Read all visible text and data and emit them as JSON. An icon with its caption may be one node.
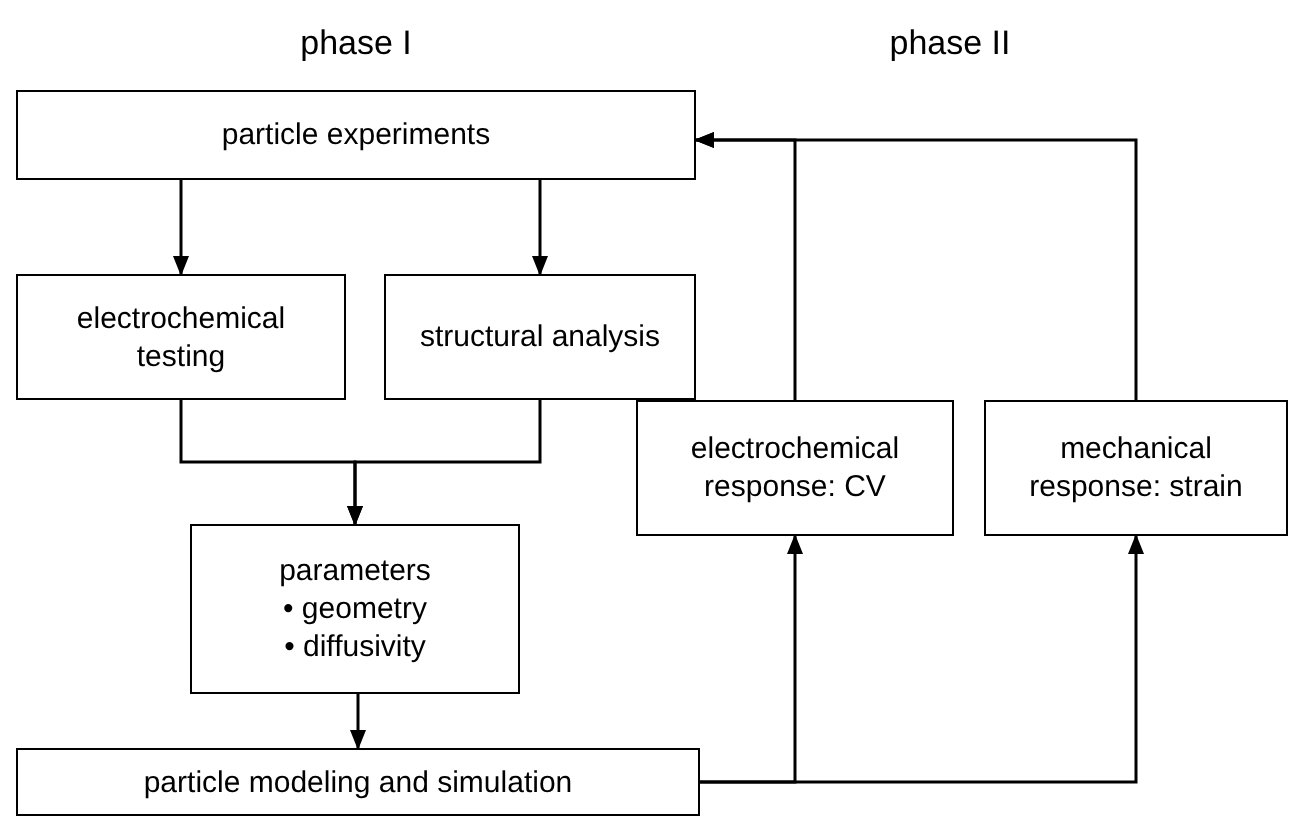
{
  "diagram": {
    "nodes": [
      {
        "text": [
          "particle experiments"
        ]
      },
      {
        "text": [
          "electrochemical testing"
        ]
      },
      {
        "text": [
          "structural analysis"
        ]
      },
      {
        "text": [
          "parameters",
          "• geometry",
          "• diffusivity"
        ]
      },
      {
        "text": [
          "particle modeling and simulation"
        ]
      },
      {
        "text": [
          "electrochemical response: CV"
        ]
      },
      {
        "text": [
          "mechanical response: strain"
        ]
      }
    ],
    "edges": [
      {
        "from": 0,
        "to": 1,
        "arrow": "to"
      },
      {
        "from": 0,
        "to": 2,
        "arrow": "to"
      },
      {
        "from": 1,
        "to": 3,
        "arrow": "to"
      },
      {
        "from": 2,
        "to": 3,
        "arrow": "to"
      },
      {
        "from": 3,
        "to": 4,
        "arrow": "to"
      },
      {
        "from": 4,
        "to": 5,
        "arrow": "to"
      },
      {
        "from": 4,
        "to": 6,
        "arrow": "to"
      },
      {
        "from": 5,
        "to": 0,
        "arrow": "to"
      },
      {
        "from": 6,
        "to": 0,
        "arrow": "to"
      }
    ],
    "labels": [
      "phase I",
      "phase II"
    ]
  }
}
